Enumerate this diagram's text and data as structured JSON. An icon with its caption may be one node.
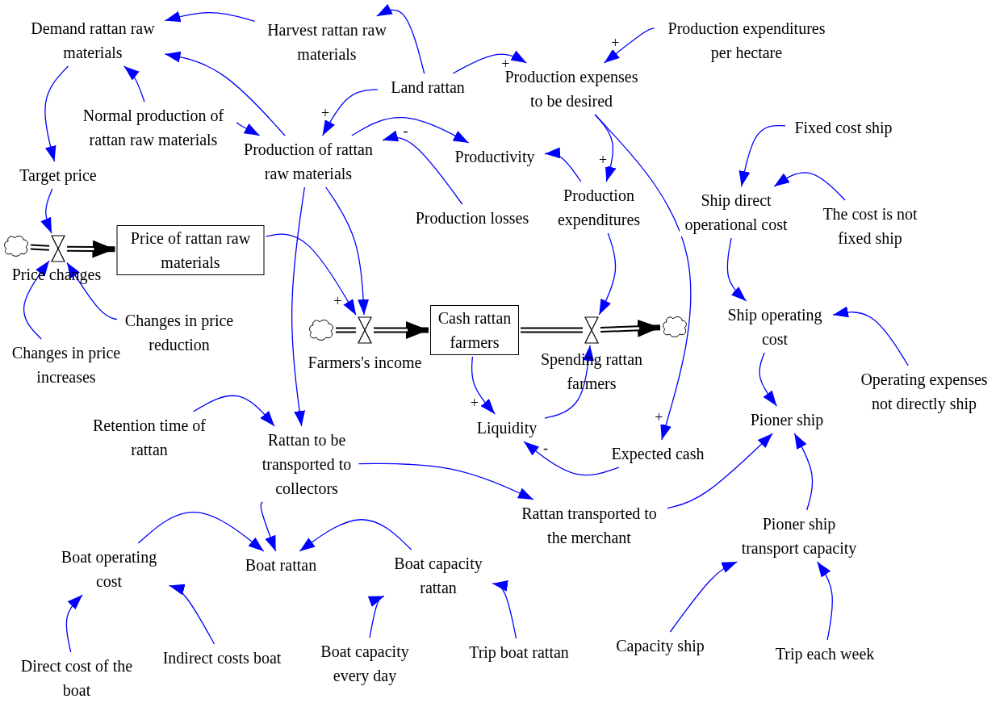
{
  "diagram": {
    "nodes": [
      {
        "text": [
          "Demand rattan raw materials"
        ]
      },
      {
        "text": [
          "Harvest rattan raw materials"
        ]
      },
      {
        "text": [
          "Land rattan"
        ]
      },
      {
        "text": [
          "Production expenses to be desired"
        ]
      },
      {
        "text": [
          "Production expenditures per hectare"
        ]
      },
      {
        "text": [
          "Normal production of rattan raw materials"
        ]
      },
      {
        "text": [
          "Production of rattan raw materials"
        ]
      },
      {
        "text": [
          "Productivity"
        ]
      },
      {
        "text": [
          "Fixed cost ship"
        ]
      },
      {
        "text": [
          "Target price"
        ]
      },
      {
        "text": [
          "Production losses"
        ]
      },
      {
        "text": [
          "Production expenditures"
        ]
      },
      {
        "text": [
          "Ship direct operational cost"
        ]
      },
      {
        "text": [
          "The cost is not fixed ship"
        ]
      },
      {
        "text": [
          "Price of rattan raw materials"
        ]
      },
      {
        "text": [],
        "shape": "valve",
        "beside": [
          "Price changes"
        ]
      },
      {
        "text": [
          "Changes in price reduction"
        ]
      },
      {
        "text": [
          "Changes in price increases"
        ]
      },
      {
        "text": [
          "Cash rattan farmers"
        ]
      },
      {
        "text": [],
        "shape": "valve",
        "beside": [
          "Farmers's income"
        ]
      },
      {
        "text": [],
        "shape": "valve",
        "beside": [
          "Spending rattan farmers"
        ]
      },
      {
        "text": [],
        "shape": "cloud"
      },
      {
        "text": [],
        "shape": "cloud"
      },
      {
        "text": [],
        "shape": "cloud"
      },
      {
        "text": [
          "Ship operating cost"
        ]
      },
      {
        "text": [
          "Operating expenses not directly ship"
        ]
      },
      {
        "text": [
          "Retention time of rattan"
        ]
      },
      {
        "text": [
          "Rattan to be transported to collectors"
        ]
      },
      {
        "text": [
          "Liquidity"
        ]
      },
      {
        "text": [
          "Expected cash"
        ]
      },
      {
        "text": [
          "Pioner ship"
        ]
      },
      {
        "text": [
          "Rattan transported to the merchant"
        ]
      },
      {
        "text": [
          "Pioner ship transport capacity"
        ]
      },
      {
        "text": [
          "Boat operating cost"
        ]
      },
      {
        "text": [
          "Boat rattan"
        ]
      },
      {
        "text": [
          "Boat capacity rattan"
        ]
      },
      {
        "text": [
          "Direct cost of the boat"
        ]
      },
      {
        "text": [
          "Indirect costs boat"
        ]
      },
      {
        "text": [
          "Boat capacity every day"
        ]
      },
      {
        "text": [
          "Trip boat rattan"
        ]
      },
      {
        "text": [
          "Capacity ship"
        ]
      },
      {
        "text": [
          "Trip each week"
        ]
      }
    ],
    "edges": [
      {
        "from": 1,
        "to": 0,
        "arrow": "to"
      },
      {
        "from": 6,
        "to": 0,
        "arrow": "to"
      },
      {
        "from": 5,
        "to": 0,
        "arrow": "to"
      },
      {
        "from": 0,
        "to": 9,
        "arrow": "to"
      },
      {
        "from": 2,
        "to": 1,
        "arrow": "to"
      },
      {
        "from": 2,
        "to": 6,
        "arrow": "to",
        "label": "+"
      },
      {
        "from": 2,
        "to": 3,
        "arrow": "to",
        "label": "+"
      },
      {
        "from": 4,
        "to": 3,
        "arrow": "to",
        "label": "+"
      },
      {
        "from": 5,
        "to": 6,
        "arrow": "to"
      },
      {
        "from": 6,
        "to": 7,
        "arrow": "to"
      },
      {
        "from": 10,
        "to": 6,
        "arrow": "to",
        "label": "-"
      },
      {
        "from": 11,
        "to": 7,
        "arrow": "to"
      },
      {
        "from": 3,
        "to": 11,
        "arrow": "to",
        "label": "+"
      },
      {
        "from": 3,
        "to": 29,
        "arrow": "to",
        "label": "+"
      },
      {
        "from": 8,
        "to": 12,
        "arrow": "to"
      },
      {
        "from": 13,
        "to": 12,
        "arrow": "to"
      },
      {
        "from": 12,
        "to": 24,
        "arrow": "to"
      },
      {
        "from": 25,
        "to": 24,
        "arrow": "to"
      },
      {
        "from": 24,
        "to": 30,
        "arrow": "to"
      },
      {
        "from": 9,
        "to": 15,
        "arrow": "to"
      },
      {
        "from": 17,
        "to": 15,
        "arrow": "to"
      },
      {
        "from": 16,
        "to": 15,
        "arrow": "to"
      },
      {
        "from": 14,
        "to": 19,
        "arrow": "to",
        "label": "+"
      },
      {
        "from": 6,
        "to": 19,
        "arrow": "to"
      },
      {
        "from": 6,
        "to": 27,
        "arrow": "to"
      },
      {
        "from": 11,
        "to": 20,
        "arrow": "to"
      },
      {
        "from": 28,
        "to": 20,
        "arrow": "to"
      },
      {
        "from": 29,
        "to": 28,
        "arrow": "to",
        "label": "-"
      },
      {
        "from": 18,
        "to": 28,
        "arrow": "to",
        "label": "+"
      },
      {
        "from": 26,
        "to": 27,
        "arrow": "to"
      },
      {
        "from": 27,
        "to": 31,
        "arrow": "to"
      },
      {
        "from": 31,
        "to": 30,
        "arrow": "to"
      },
      {
        "from": 32,
        "to": 30,
        "arrow": "to"
      },
      {
        "from": 27,
        "to": 34,
        "arrow": "to"
      },
      {
        "from": 33,
        "to": 34,
        "arrow": "to"
      },
      {
        "from": 35,
        "to": 34,
        "arrow": "to"
      },
      {
        "from": 38,
        "to": 35,
        "arrow": "to"
      },
      {
        "from": 39,
        "to": 35,
        "arrow": "to"
      },
      {
        "from": 36,
        "to": 33,
        "arrow": "to"
      },
      {
        "from": 37,
        "to": 33,
        "arrow": "to"
      },
      {
        "from": 40,
        "to": 32,
        "arrow": "to"
      },
      {
        "from": 41,
        "to": 32,
        "arrow": "to"
      },
      {
        "from": 23,
        "to": 15,
        "arrow": "none",
        "style": "thick",
        "color": "#000000"
      },
      {
        "from": 15,
        "to": 14,
        "arrow": "to",
        "style": "thick",
        "color": "#000000"
      },
      {
        "from": 21,
        "to": 19,
        "arrow": "none",
        "style": "thick",
        "color": "#000000"
      },
      {
        "from": 19,
        "to": 18,
        "arrow": "to",
        "style": "thick",
        "color": "#000000"
      },
      {
        "from": 18,
        "to": 20,
        "arrow": "none",
        "style": "thick",
        "color": "#000000"
      },
      {
        "from": 20,
        "to": 22,
        "arrow": "to",
        "style": "thick",
        "color": "#000000"
      }
    ]
  }
}
